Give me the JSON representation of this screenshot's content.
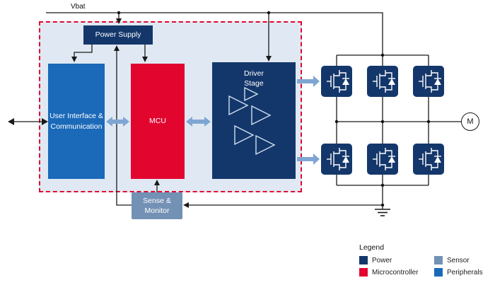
{
  "diagram": {
    "vbat_label": "Vbat",
    "blocks": {
      "power_supply": "Power Supply",
      "user_interface": "User Interface & Communication",
      "mcu": "MCU",
      "driver_stage": "Driver Stage",
      "sense_monitor": "Sense & Monitor",
      "motor": "M"
    },
    "legend": {
      "title": "Legend",
      "items": [
        {
          "label": "Power",
          "color": "#14376b"
        },
        {
          "label": "Microcontroller",
          "color": "#e2062f"
        },
        {
          "label": "Sensor",
          "color": "#7391b5"
        },
        {
          "label": "Peripherals",
          "color": "#1b69b9"
        }
      ]
    },
    "colors": {
      "power": "#14376b",
      "microcontroller": "#e2062f",
      "sensor": "#7391b5",
      "peripherals": "#1b69b9",
      "panel_bg": "#e0e9f3",
      "dashed_border": "#e2062f",
      "bus_arrow": "#7fa6d2"
    }
  }
}
